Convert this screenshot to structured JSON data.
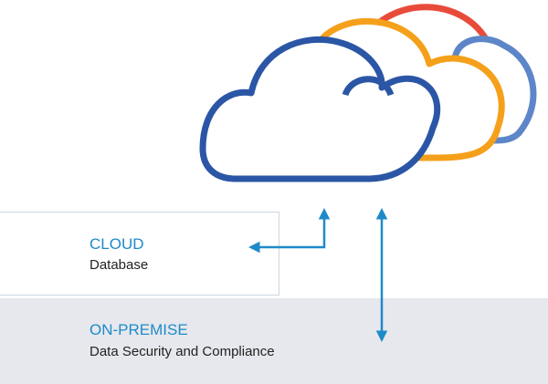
{
  "cloud_section": {
    "title": "CLOUD",
    "subtitle": "Database"
  },
  "onpremise_section": {
    "title": "ON-PREMISE",
    "subtitle": "Data Security and Compliance"
  },
  "colors": {
    "accent_text": "#1f8ac9",
    "arrow": "#1f8ac9",
    "cloud_front": "#2b56a5",
    "cloud_orange": "#f5a01b",
    "cloud_red": "#e94b3a",
    "cloud_light_blue": "#5d86c9",
    "band_background": "#e6e8ed",
    "box_border": "#cbd6e0"
  },
  "icons": [
    "cloud-icon",
    "arrow-up-left-icon",
    "arrow-bidirectional-icon"
  ]
}
